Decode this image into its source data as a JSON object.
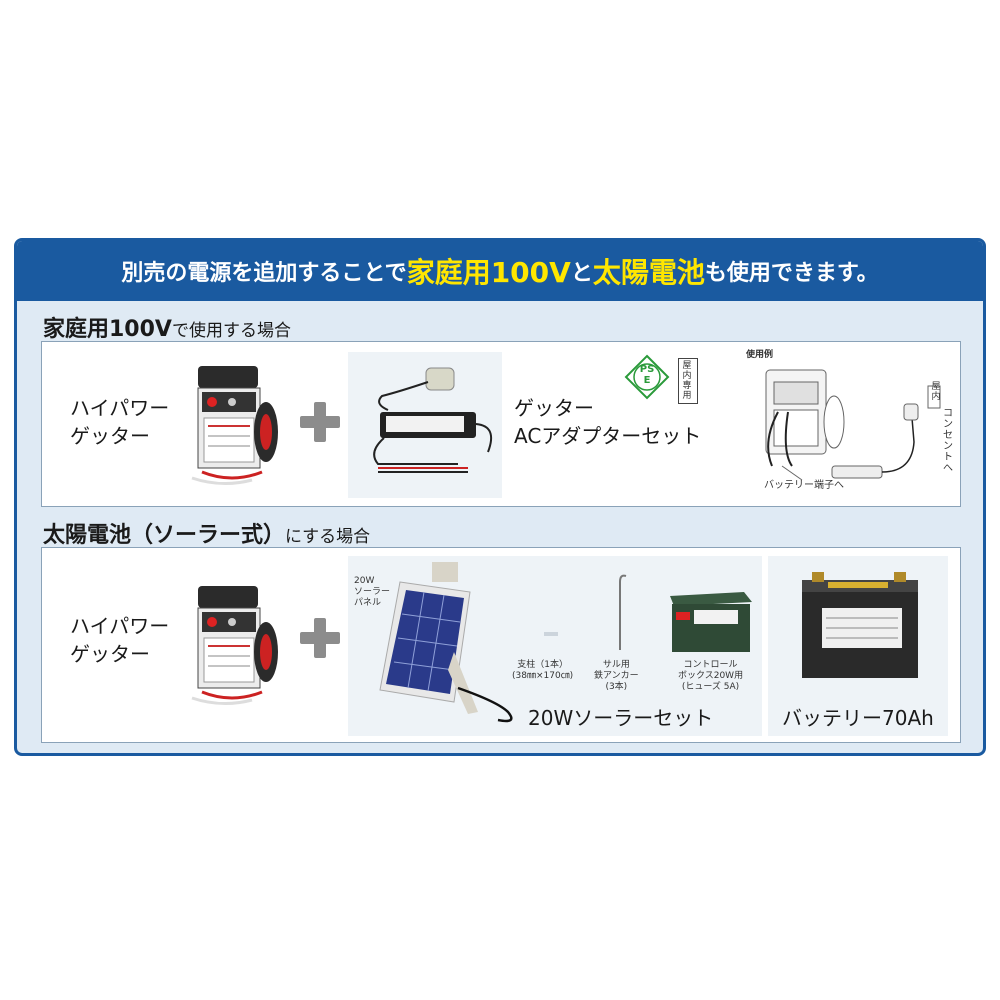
{
  "banner": {
    "part1": "別売の電源を追加することで",
    "hl1": "家庭用100V",
    "part2": "と",
    "hl2": "太陽電池",
    "part3": "も使用できます。"
  },
  "section_ac": {
    "title_big": "家庭用100V",
    "title_small": "で使用する場合",
    "product_label": [
      "ハイパワー",
      "ゲッター"
    ],
    "adapter_label": [
      "ゲッター",
      "ACアダプターセット"
    ],
    "pse_mark": "PSE",
    "indoor_label": [
      "屋内",
      "専用"
    ],
    "usage_example": "使用例",
    "outlet_label": "コンセントへ",
    "outlet_tag": "屋内",
    "battery_terminal": "バッテリー端子へ"
  },
  "section_solar": {
    "title_big": "太陽電池（ソーラー式）",
    "title_small": "にする場合",
    "product_label": [
      "ハイパワー",
      "ゲッター"
    ],
    "panel_label": [
      "20W",
      "ソーラー",
      "パネル"
    ],
    "pole_label": [
      "支柱（1本）",
      "(38㎜×170㎝)"
    ],
    "anchor_label": [
      "サル用",
      "鉄アンカー",
      "(3本)"
    ],
    "control_label": [
      "コントロール",
      "ボックス20W用",
      "(ヒューズ 5A)"
    ],
    "solar_set": "20Wソーラーセット",
    "battery": "バッテリー70Ah"
  },
  "colors": {
    "frame": "#1a5aa0",
    "highlight": "#ffe600",
    "panel_bg": "#dfeaf4"
  }
}
